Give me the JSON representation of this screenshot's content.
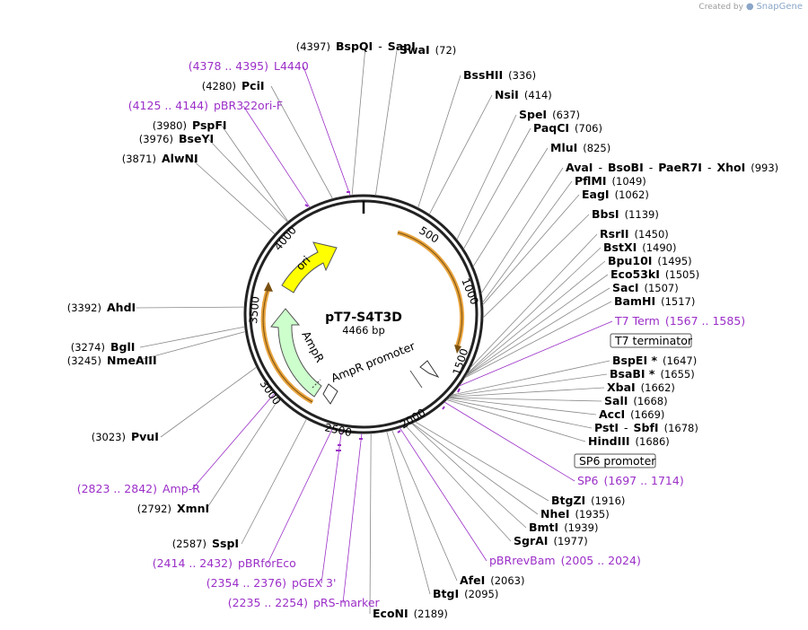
{
  "watermark": {
    "prefix": "Created by",
    "brand": "SnapGene"
  },
  "plasmid": {
    "name": "pT7-S4T3D",
    "length_label": "4466 bp",
    "length": 4466
  },
  "ticks": [
    "500",
    "1000",
    "1500",
    "2000",
    "2500",
    "3000",
    "3500",
    "4000"
  ],
  "sites": [
    {
      "id": "swai",
      "parts": [
        {
          "n": "SwaI"
        }
      ],
      "pos": "(72)"
    },
    {
      "id": "bsshii",
      "parts": [
        {
          "n": "BssHII"
        }
      ],
      "pos": "(336)"
    },
    {
      "id": "nsii",
      "parts": [
        {
          "n": "NsiI"
        }
      ],
      "pos": "(414)"
    },
    {
      "id": "spei",
      "parts": [
        {
          "n": "SpeI"
        }
      ],
      "pos": "(637)"
    },
    {
      "id": "paqci",
      "parts": [
        {
          "n": "PaqCI"
        }
      ],
      "pos": "(706)"
    },
    {
      "id": "mlui",
      "parts": [
        {
          "n": "MluI"
        }
      ],
      "pos": "(825)"
    },
    {
      "id": "avai",
      "parts": [
        {
          "n": "AvaI"
        },
        {
          "n": "BsoBI"
        },
        {
          "n": "PaeR7I"
        },
        {
          "n": "XhoI"
        }
      ],
      "pos": "(993)"
    },
    {
      "id": "pflmi",
      "parts": [
        {
          "n": "PflMI"
        }
      ],
      "pos": "(1049)"
    },
    {
      "id": "eagi",
      "parts": [
        {
          "n": "EagI"
        }
      ],
      "pos": "(1062)"
    },
    {
      "id": "bbsi",
      "parts": [
        {
          "n": "BbsI"
        }
      ],
      "pos": "(1139)"
    },
    {
      "id": "rsrii",
      "parts": [
        {
          "n": "RsrII"
        }
      ],
      "pos": "(1450)"
    },
    {
      "id": "bstxi",
      "parts": [
        {
          "n": "BstXI"
        }
      ],
      "pos": "(1490)"
    },
    {
      "id": "bpu10i",
      "parts": [
        {
          "n": "Bpu10I"
        }
      ],
      "pos": "(1495)"
    },
    {
      "id": "eco53ki",
      "parts": [
        {
          "n": "Eco53kI"
        }
      ],
      "pos": "(1505)"
    },
    {
      "id": "saci",
      "parts": [
        {
          "n": "SacI"
        }
      ],
      "pos": "(1507)"
    },
    {
      "id": "bamhi",
      "parts": [
        {
          "n": "BamHI"
        }
      ],
      "pos": "(1517)"
    },
    {
      "id": "bspei",
      "parts": [
        {
          "n": "BspEI",
          "star": true
        }
      ],
      "pos": "(1647)"
    },
    {
      "id": "bsabi",
      "parts": [
        {
          "n": "BsaBI",
          "star": true
        }
      ],
      "pos": "(1655)"
    },
    {
      "id": "xbai",
      "parts": [
        {
          "n": "XbaI"
        }
      ],
      "pos": "(1662)"
    },
    {
      "id": "sali",
      "parts": [
        {
          "n": "SalI"
        }
      ],
      "pos": "(1668)"
    },
    {
      "id": "acci",
      "parts": [
        {
          "n": "AccI"
        }
      ],
      "pos": "(1669)"
    },
    {
      "id": "psti",
      "parts": [
        {
          "n": "PstI"
        },
        {
          "n": "SbfI"
        }
      ],
      "pos": "(1678)"
    },
    {
      "id": "hindiii",
      "parts": [
        {
          "n": "HindIII"
        }
      ],
      "pos": "(1686)"
    },
    {
      "id": "btgzi",
      "parts": [
        {
          "n": "BtgZI"
        }
      ],
      "pos": "(1916)"
    },
    {
      "id": "nhei",
      "parts": [
        {
          "n": "NheI"
        }
      ],
      "pos": "(1935)"
    },
    {
      "id": "bmti",
      "parts": [
        {
          "n": "BmtI"
        }
      ],
      "pos": "(1939)"
    },
    {
      "id": "sgrai",
      "parts": [
        {
          "n": "SgrAI"
        }
      ],
      "pos": "(1977)"
    },
    {
      "id": "afei",
      "parts": [
        {
          "n": "AfeI"
        }
      ],
      "pos": "(2063)"
    },
    {
      "id": "btgi",
      "parts": [
        {
          "n": "BtgI"
        }
      ],
      "pos": "(2095)"
    },
    {
      "id": "econi",
      "parts": [
        {
          "n": "EcoNI"
        }
      ],
      "pos": "(2189)"
    },
    {
      "id": "sspi",
      "parts": [
        {
          "n": "SspI"
        }
      ],
      "pos": "(2587)"
    },
    {
      "id": "xmni",
      "parts": [
        {
          "n": "XmnI"
        }
      ],
      "pos": "(2792)"
    },
    {
      "id": "pvui",
      "parts": [
        {
          "n": "PvuI"
        }
      ],
      "pos": "(3023)"
    },
    {
      "id": "nmeaiii",
      "parts": [
        {
          "n": "NmeAIII"
        }
      ],
      "pos": "(3245)"
    },
    {
      "id": "bgli",
      "parts": [
        {
          "n": "BglI"
        }
      ],
      "pos": "(3274)"
    },
    {
      "id": "ahdi",
      "parts": [
        {
          "n": "AhdI"
        }
      ],
      "pos": "(3392)"
    },
    {
      "id": "alwni",
      "parts": [
        {
          "n": "AlwNI"
        }
      ],
      "pos": "(3871)"
    },
    {
      "id": "bseyi",
      "parts": [
        {
          "n": "BseYI"
        }
      ],
      "pos": "(3976)"
    },
    {
      "id": "pspfi",
      "parts": [
        {
          "n": "PspFI"
        }
      ],
      "pos": "(3980)"
    },
    {
      "id": "pcii",
      "parts": [
        {
          "n": "PciI"
        }
      ],
      "pos": "(4280)"
    },
    {
      "id": "bspqi",
      "parts": [
        {
          "n": "BspQI"
        },
        {
          "n": "SapI"
        }
      ],
      "pos": "(4397)"
    }
  ],
  "primers": [
    {
      "id": "l4440",
      "name": "L4440",
      "range": "(4378 .. 4395)"
    },
    {
      "id": "pbr322ori",
      "name": "pBR322ori-F",
      "range": "(4125 .. 4144)"
    },
    {
      "id": "t7term",
      "name": "T7 Term",
      "range": "(1567 .. 1585)"
    },
    {
      "id": "sp6",
      "name": "SP6",
      "range": "(1697 .. 1714)"
    },
    {
      "id": "pbrrevbam",
      "name": "pBRrevBam",
      "range": "(2005 .. 2024)"
    },
    {
      "id": "ampr",
      "name": "Amp-R",
      "range": "(2823 .. 2842)"
    },
    {
      "id": "pbrforeco",
      "name": "pBRforEco",
      "range": "(2414 .. 2432)"
    },
    {
      "id": "pgex3",
      "name": "pGEX 3'",
      "range": "(2354 .. 2376)"
    },
    {
      "id": "prsmarker",
      "name": "pRS-marker",
      "range": "(2235 .. 2254)"
    }
  ],
  "boxed_features": [
    {
      "id": "t7terminator",
      "name": "T7 terminator"
    },
    {
      "id": "sp6promoter",
      "name": "SP6 promoter"
    }
  ],
  "features": [
    {
      "id": "ori",
      "name": "ori",
      "color": "#ffff00"
    },
    {
      "id": "ampr",
      "name": "AmpR",
      "color": "#ccffcc"
    },
    {
      "id": "amprpromoter",
      "name": "AmpR promoter",
      "color": "#ffffff"
    },
    {
      "id": "insert",
      "name": "",
      "color": "#f5a623"
    }
  ],
  "colors": {
    "primer": "#9b2fc7",
    "backbone": "#222222",
    "leader": "#888888",
    "orange": "#e8a33c"
  }
}
